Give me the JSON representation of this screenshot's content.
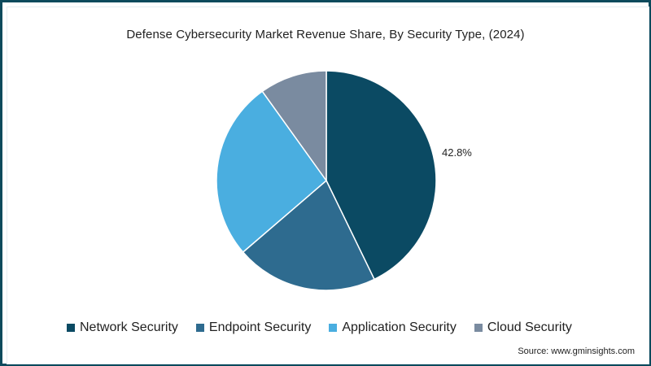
{
  "chart_data": {
    "type": "pie",
    "title": "Defense Cybersecurity Market Revenue Share, By Security Type, (2024)",
    "categories": [
      "Network Security",
      "Endpoint Security",
      "Application Security",
      "Cloud Security"
    ],
    "values": [
      42.8,
      20.9,
      26.4,
      9.9
    ],
    "unit": "%",
    "colors": [
      "#0b4a63",
      "#2e6b8f",
      "#4aaee0",
      "#7a8ba0"
    ],
    "data_labels": [
      {
        "category": "Network Security",
        "text": "42.8%"
      }
    ],
    "start_angle_deg": 0,
    "direction": "clockwise",
    "legend_position": "bottom",
    "source": "Source: www.gminsights.com"
  },
  "header": {
    "title": "Defense Cybersecurity Market Revenue Share, By Security Type, (2024)"
  },
  "pie": {
    "label": "42.8%"
  },
  "legend": {
    "items": [
      {
        "label": "Network Security",
        "color": "#0b4a63"
      },
      {
        "label": "Endpoint Security",
        "color": "#2e6b8f"
      },
      {
        "label": "Application Security",
        "color": "#4aaee0"
      },
      {
        "label": "Cloud Security",
        "color": "#7a8ba0"
      }
    ]
  },
  "footer": {
    "source": "Source: www.gminsights.com"
  },
  "theme": {
    "frame_color": "#0c4a5c"
  }
}
